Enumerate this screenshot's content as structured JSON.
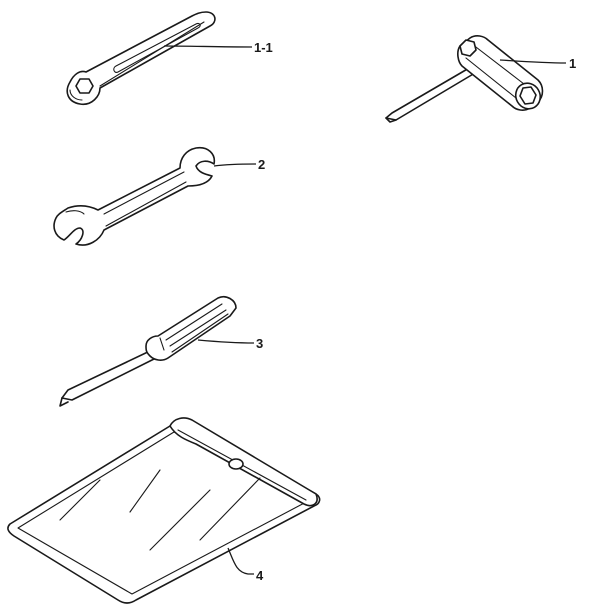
{
  "callouts": {
    "socket_wrench": "1",
    "ring_spanner": "1-1",
    "open_wrench": "2",
    "screwdriver": "3",
    "tool_bag": "4"
  }
}
